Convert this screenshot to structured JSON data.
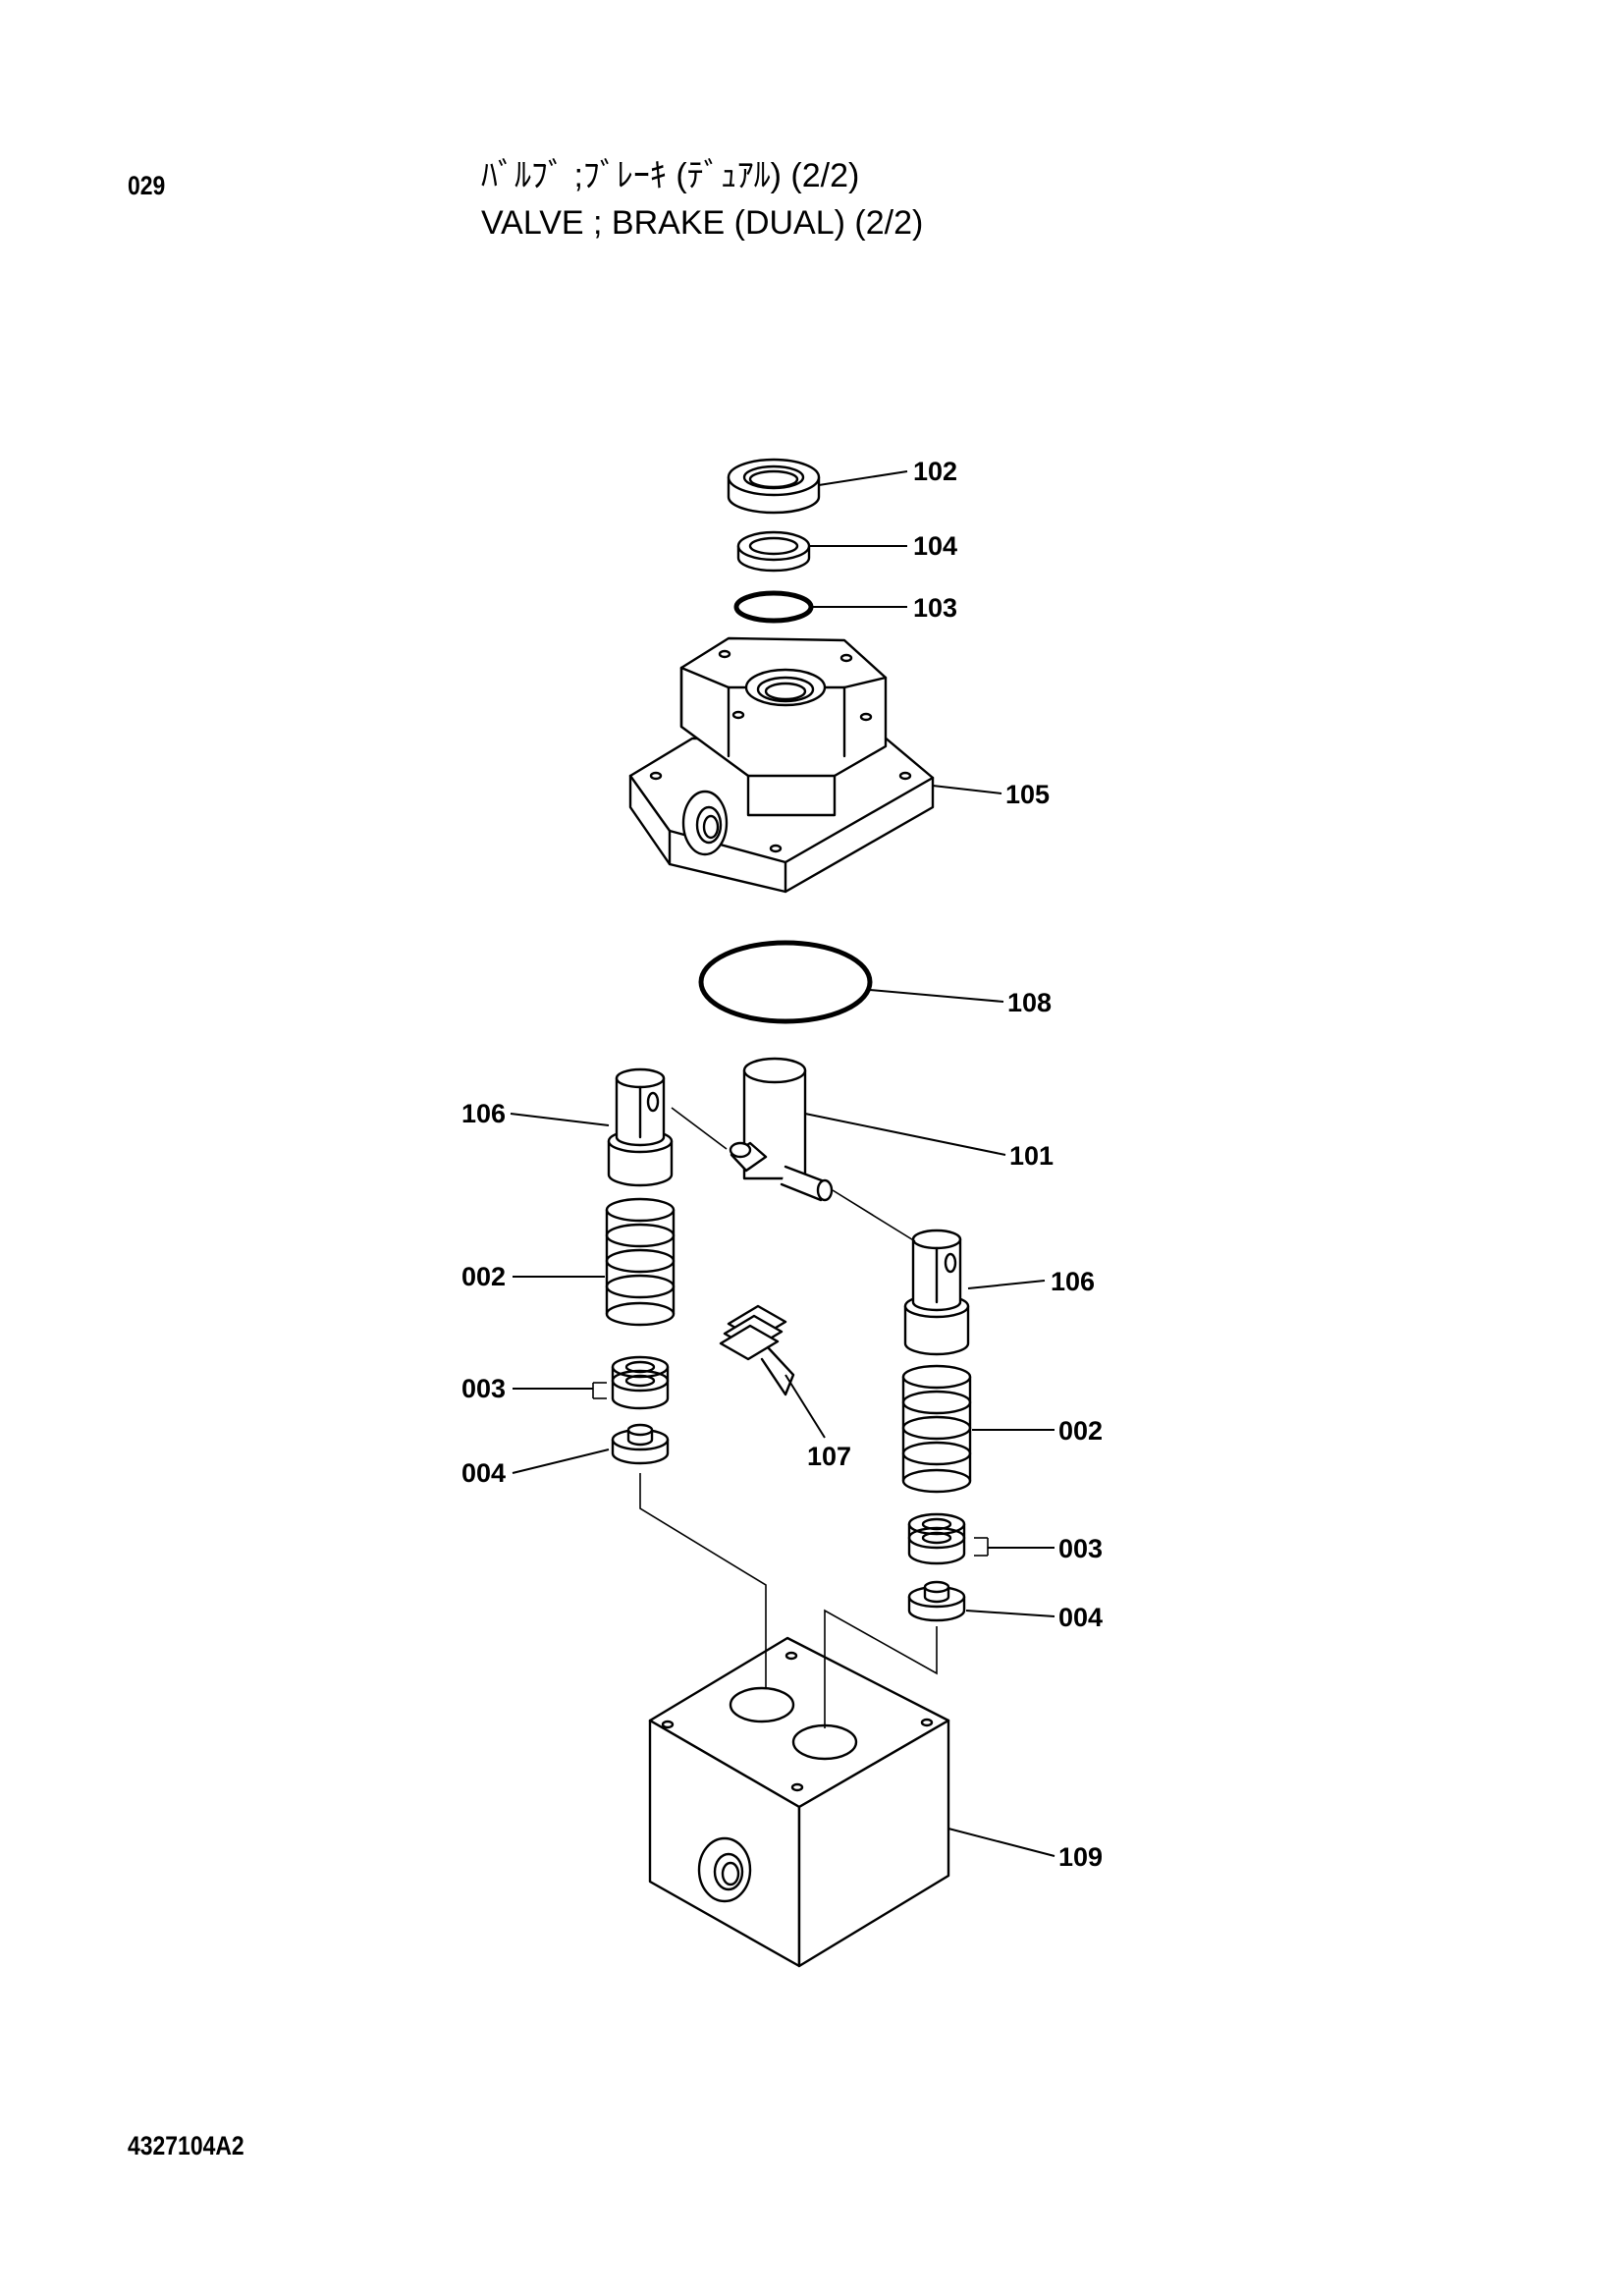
{
  "page_number": "029",
  "title_jp": "ﾊﾞﾙﾌﾞ ;ﾌﾞﾚｰｷ (ﾃﾞｭｱﾙ) (2/2)",
  "title_en": "VALVE ; BRAKE (DUAL) (2/2)",
  "document_code": "4327104A2",
  "callouts": {
    "c102": "102",
    "c104": "104",
    "c103": "103",
    "c105": "105",
    "c108": "108",
    "c106_left": "106",
    "c101": "101",
    "c106_right": "106",
    "c002_left": "002",
    "c003_left": "003",
    "c004_left": "004",
    "c107": "107",
    "c002_right": "002",
    "c003_right": "003",
    "c004_right": "004",
    "c109": "109"
  }
}
